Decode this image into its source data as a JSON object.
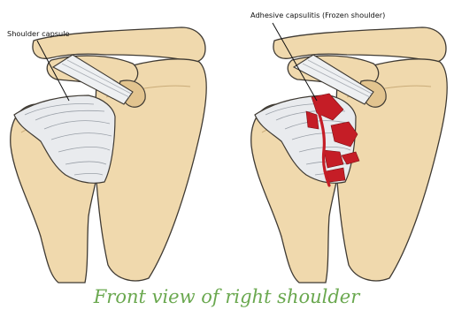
{
  "figure": {
    "caption": "Front view of right shoulder",
    "panels": [
      {
        "label": "Shoulder capsule"
      },
      {
        "label": "Adhesive capsulitis (Frozen shoulder)"
      }
    ]
  },
  "colors": {
    "bone_fill": "#f0d9ad",
    "bone_stroke": "#3f3a33",
    "bone_shade": "#e2c48f",
    "capsule_fill": "#e9ebee",
    "capsule_lines": "#9aa0a8",
    "inflammation": "#c51d26",
    "caption": "#6aa84f"
  }
}
